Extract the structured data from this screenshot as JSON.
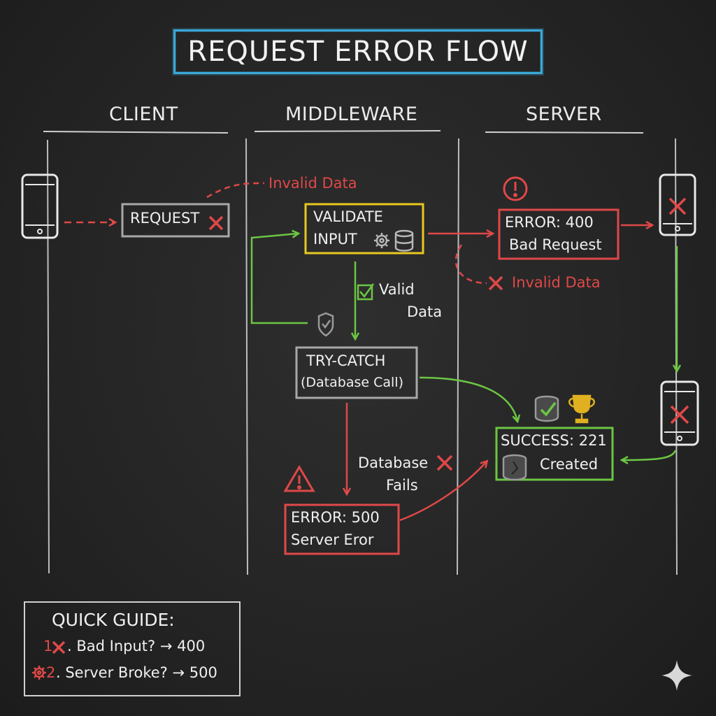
{
  "title": "REQUEST ERROR FLOW",
  "columns": {
    "client": "CLIENT",
    "middleware": "MIDDLEWARE",
    "server": "SERVER"
  },
  "nodes": {
    "request": "REQUEST",
    "validate_line1": "VALIDATE",
    "validate_line2": "INPUT",
    "error400_line1": "ERROR: 400",
    "error400_line2": "Bad Request",
    "try_line1": "TRY-CATCH",
    "try_line2": "(Database Call)",
    "error500_line1": "ERROR: 500",
    "error500_line2": "Server Eror",
    "success_line1": "SUCCESS: 221",
    "success_line2": "Created"
  },
  "labels": {
    "invalid_data_top": "Invalid Data",
    "invalid_data_right": "Invalid Data",
    "valid_data_line1": "Valid",
    "valid_data_line2": "Data",
    "db_fails_line1": "Database",
    "db_fails_line2": "Fails"
  },
  "guide": {
    "title": "QUICK GUIDE:",
    "item1_num": "1",
    "item1_text": ". Bad Input? → 400",
    "item2_num": "2",
    "item2_text": ". Server Broke? → 500"
  },
  "colors": {
    "red": "#e04848",
    "green": "#6cc644",
    "yellow": "#e8c820",
    "blue": "#3aa9d8",
    "chalk": "#d8d8d8"
  },
  "icons": [
    "phone-icon",
    "x-mark-icon",
    "gear-icon",
    "database-icon",
    "warning-icon",
    "checkbox-icon",
    "shield-icon",
    "trophy-icon",
    "sparkle-icon"
  ]
}
